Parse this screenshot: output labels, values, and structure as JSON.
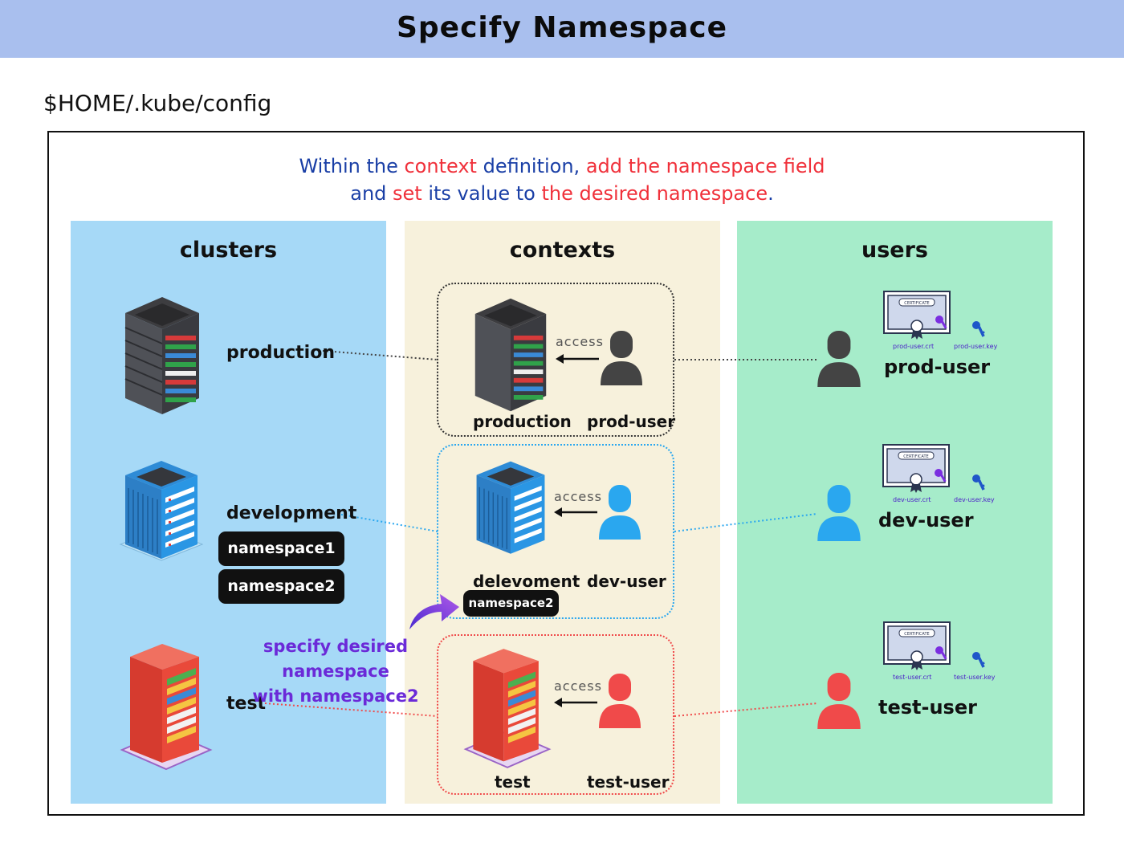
{
  "header": {
    "title": "Specify Namespace"
  },
  "config_path": "$HOME/.kube/config",
  "instruction": {
    "line1_part1": "Within the ",
    "line1_part2": "context",
    "line1_part3": " definition, ",
    "line1_part4": " add the namespace field",
    "line2_part1": "and ",
    "line2_part2": "set",
    "line2_part3": " its value to ",
    "line2_part4": "the desired namespace",
    "line2_part5": "."
  },
  "panels": {
    "clusters": "clusters",
    "contexts": "contexts",
    "users": "users"
  },
  "clusters": {
    "production": "production",
    "development": "development",
    "test": "test",
    "namespaces": [
      "namespace1",
      "namespace2"
    ]
  },
  "contexts": {
    "access_label": "access",
    "production": {
      "cluster": "production",
      "user": "prod-user"
    },
    "development": {
      "cluster": "delevoment",
      "user": "dev-user",
      "namespace": "namespace2"
    },
    "test": {
      "cluster": "test",
      "user": "test-user"
    }
  },
  "hint": {
    "line1": "specify desired namespace",
    "line2": "with namespace2"
  },
  "users": {
    "certificate_label": "CERTIFICATE",
    "prod": {
      "name": "prod-user",
      "crt": "prod-user.crt",
      "key": "prod-user.key"
    },
    "dev": {
      "name": "dev-user",
      "crt": "dev-user.crt",
      "key": "dev-user.key"
    },
    "test": {
      "name": "test-user",
      "crt": "test-user.crt",
      "key": "test-user.key"
    }
  },
  "colors": {
    "banner": "#a9bfee",
    "clusters_panel": "#a6d9f7",
    "contexts_panel": "#f7f1dc",
    "users_panel": "#a6ecca",
    "production": "#444444",
    "development": "#2aa7ef",
    "test": "#f04a4a",
    "hint": "#6b2ad8"
  }
}
